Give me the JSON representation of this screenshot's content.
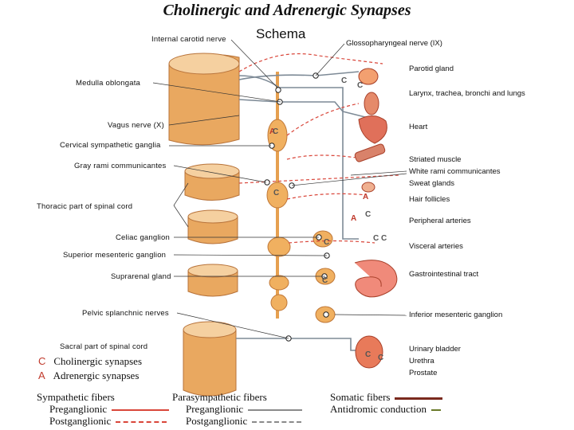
{
  "title": "Cholinergic and Adrenergic Synapses",
  "subtitle": "Schema",
  "left_labels": [
    "Internal carotid nerve",
    "Medulla oblongata",
    "Vagus nerve (X)",
    "Cervical sympathetic ganglia",
    "Gray rami communicantes",
    "Thoracic part of spinal cord",
    "Celiac ganglion",
    "Superior mesenteric ganglion",
    "Suprarenal gland",
    "Pelvic splanchnic nerves",
    "Sacral part of spinal cord"
  ],
  "right_labels": [
    "Glossopharyngeal nerve (IX)",
    "Parotid gland",
    "Larynx, trachea, bronchi and lungs",
    "Heart",
    "Striated muscle",
    "White rami communicantes",
    "Sweat glands",
    "Hair follicles",
    "Peripheral arteries",
    "Visceral arteries",
    "Gastrointestinal tract",
    "Inferior mesenteric ganglion",
    "Urinary bladder",
    "Urethra",
    "Prostate"
  ],
  "synapse_legend": [
    {
      "letter": "C",
      "label": "Cholinergic synapses"
    },
    {
      "letter": "A",
      "label": "Adrenergic synapses"
    }
  ],
  "fiber_legend": {
    "sympathetic": {
      "title": "Sympathetic fibers",
      "pre": "Preganglionic",
      "post": "Postganglionic",
      "color": "#d9463a"
    },
    "parasympathetic": {
      "title": "Parasympathetic fibers",
      "pre": "Preganglionic",
      "post": "Postganglionic",
      "color": "#8a8a8a"
    },
    "somatic": {
      "title": "Somatic fibers",
      "color": "#7a2a1e"
    },
    "antidromic": {
      "title": "Antidromic conduction",
      "color": "#6a7a2a"
    }
  }
}
